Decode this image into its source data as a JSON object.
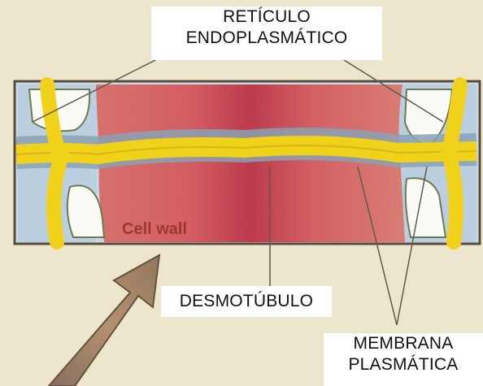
{
  "labels": {
    "reticulo_line1": "RETÍCULO",
    "reticulo_line2": "ENDOPLASMÁTICO",
    "desmotubulo": "DESMOTÚBULO",
    "membrana_line1": "MEMBRANA",
    "membrana_line2": "PLASMÁTICA"
  },
  "illustration": {
    "cell_wall_text": "Cell wall"
  },
  "colors": {
    "paper": "#ece6cc",
    "cell_wall": "#d9604a",
    "cell_wall_dark": "#b8322a",
    "membrane_yellow": "#f0d21a",
    "cytoplasm_blue": "#b9cfe0",
    "arrow": "#a68e63"
  }
}
